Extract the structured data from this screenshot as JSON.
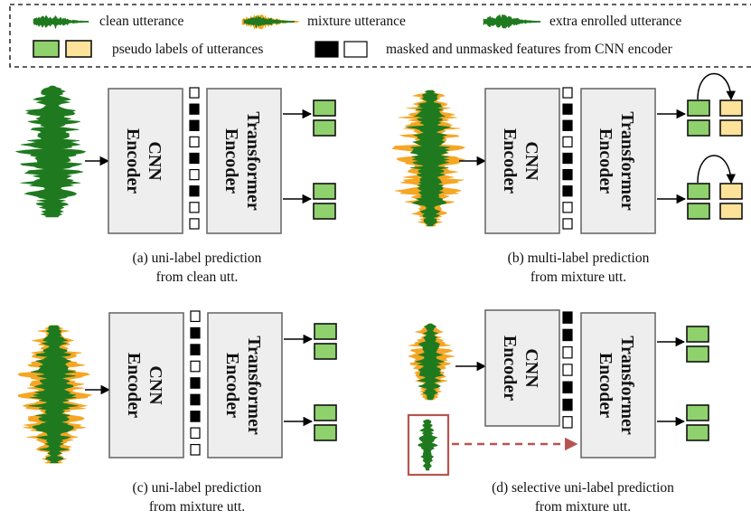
{
  "legend": {
    "clean": "clean utterance",
    "mixture": "mixture utterance",
    "enrolled": "extra enrolled utterance",
    "pseudo": "pseudo labels of utterances",
    "masked": "masked and unmasked features from CNN encoder"
  },
  "encoders": {
    "cnn_line1": "CNN",
    "cnn_line2": "Encoder",
    "transformer_line1": "Transformer",
    "transformer_line2": "Encoder"
  },
  "captions": {
    "a_line1": "(a) uni-label prediction",
    "a_line2": "from clean utt.",
    "b_line1": "(b) multi-label prediction",
    "b_line2": "from mixture utt.",
    "c_line1": "(c) uni-label prediction",
    "c_line2": "from mixture utt.",
    "d_line1": "(d) selective uni-label prediction",
    "d_line2": "from mixture utt."
  },
  "colors": {
    "clean_wave": "#1f7a1f",
    "mixture_wave": "#f5a623",
    "pseudo_green": "#8fd16c",
    "pseudo_yellow": "#fde39a",
    "encoder_fill": "#eeeeee",
    "dashed_arrow": "#b85450"
  },
  "masks": {
    "a": [
      0,
      1,
      1,
      0,
      1,
      0,
      1,
      0,
      0
    ],
    "b": [
      0,
      1,
      1,
      0,
      1,
      1,
      1,
      0,
      0
    ],
    "c": [
      0,
      1,
      1,
      0,
      1,
      1,
      1,
      0,
      0
    ],
    "d": [
      1,
      1,
      0,
      0,
      1,
      1,
      0
    ]
  }
}
